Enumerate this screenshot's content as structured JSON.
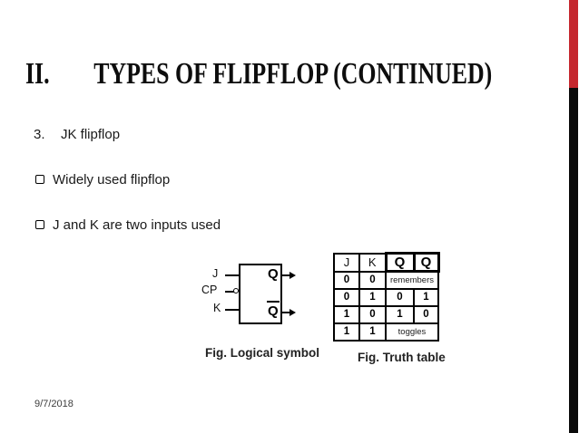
{
  "slide": {
    "title": {
      "number": "II.",
      "text": "TYPES OF FLIPFLOP (CONTINUED)"
    },
    "subtitle": {
      "number": "3.",
      "text": "JK flipflop"
    },
    "bullets": [
      {
        "label": "Widely used flipflop"
      },
      {
        "label": "J and K are two inputs used"
      }
    ],
    "footer_date": "9/7/2018"
  },
  "logic_diagram": {
    "caption": "Fig. Logical symbol",
    "inputs": [
      {
        "label": "J",
        "bubble": false
      },
      {
        "label": "CP",
        "bubble": true
      },
      {
        "label": "K",
        "bubble": false
      }
    ],
    "outputs": [
      {
        "label": "Q",
        "overbar": false
      },
      {
        "label": "Q",
        "overbar": true
      }
    ]
  },
  "truth_table": {
    "caption": "Fig. Truth table",
    "headers": [
      {
        "label": "J",
        "overbar": false
      },
      {
        "label": "K",
        "overbar": false
      },
      {
        "label": "Q",
        "overbar": false
      },
      {
        "label": "Q",
        "overbar": true
      }
    ],
    "rows": [
      {
        "j": "0",
        "k": "0",
        "output": "remembers",
        "merged": true
      },
      {
        "j": "0",
        "k": "1",
        "q": "0",
        "q_bar": "1",
        "merged": false
      },
      {
        "j": "1",
        "k": "0",
        "q": "1",
        "q_bar": "0",
        "merged": false
      },
      {
        "j": "1",
        "k": "1",
        "output": "toggles",
        "merged": true
      }
    ]
  },
  "icons": {
    "bullet": "hollow-square-checkbox",
    "clock_input": "inversion-bubble",
    "outputs": "arrow-right"
  },
  "colors": {
    "accent_red": "#C5272E",
    "strip_black": "#0A0A0A",
    "text": "#1A1A1A"
  }
}
